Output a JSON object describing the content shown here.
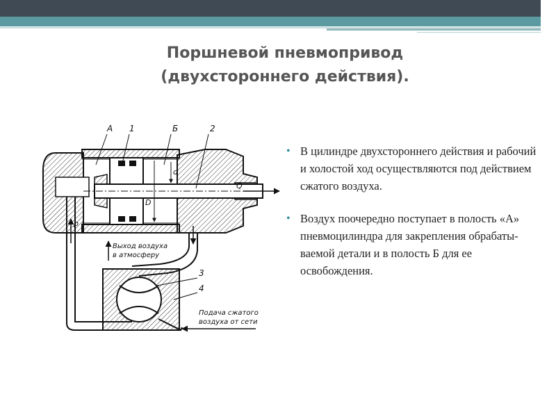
{
  "slide": {
    "title_line1": "Поршневой пневмопривод",
    "title_line2": "(двухстороннего действия).",
    "colors": {
      "dark_band": "#3f4a54",
      "teal_band": "#5b9aa0",
      "bullet": "#2e8b9a",
      "title": "#555555"
    }
  },
  "diagram": {
    "labels": {
      "a": "А",
      "n1": "1",
      "b": "Б",
      "n2": "2",
      "q": "Q",
      "d": "d",
      "D": "D",
      "p": "p",
      "n3": "3",
      "n4": "4",
      "exhaust_line1": "Выход воздуха",
      "exhaust_line2": "в атмосферу",
      "supply_line1": "Подача сжатого",
      "supply_line2": "воздуха от сети"
    }
  },
  "bullets": [
    {
      "text": "В цилиндре двухстороннего действия и рабочий и холостой ход  осуществляются под действием сжатого воздуха."
    },
    {
      "text": "Воздух поочередно поступает в полость «А» пневмоцилиндра для закрепления обрабаты-ваемой детали и в полость Б для ее освобождения."
    }
  ]
}
